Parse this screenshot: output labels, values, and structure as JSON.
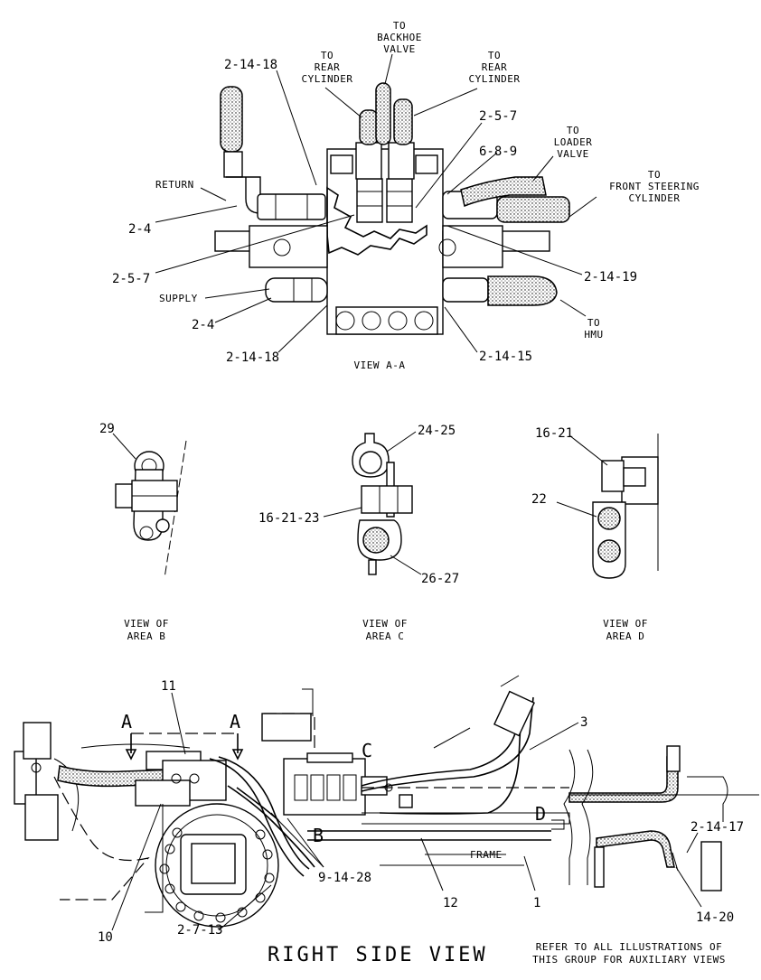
{
  "view_aa": {
    "to_backhoe_valve": [
      "TO",
      "BACKHOE",
      "VALVE"
    ],
    "to_rear_cylinder_left": [
      "TO",
      "REAR",
      "CYLINDER"
    ],
    "to_rear_cylinder_right": [
      "TO",
      "REAR",
      "CYLINDER"
    ],
    "to_loader_valve": [
      "TO",
      "LOADER",
      "VALVE"
    ],
    "to_front_steering_cylinder": [
      "TO",
      "FRONT STEERING",
      "CYLINDER"
    ],
    "to_hmu": [
      "TO",
      "HMU"
    ],
    "return_label": "RETURN",
    "supply_label": "SUPPLY",
    "callouts": {
      "top_2_14_18": "2-14-18",
      "left_2_4_upper": "2-4",
      "left_2_5_7": "2-5-7",
      "left_2_4_lower": "2-4",
      "bottom_2_14_18": "2-14-18",
      "right_2_5_7": "2-5-7",
      "right_6_8_9": "6-8-9",
      "right_2_14_19": "2-14-19",
      "bottom_2_14_15": "2-14-15"
    },
    "view_title": "VIEW A-A"
  },
  "area_b": {
    "callout": "29",
    "title": [
      "VIEW OF",
      "AREA B"
    ]
  },
  "area_c": {
    "callout_top": "24-25",
    "callout_mid": "16-21-23",
    "callout_bottom": "26-27",
    "title": [
      "VIEW OF",
      "AREA C"
    ]
  },
  "area_d": {
    "callout_top": "16-21",
    "callout_mid": "22",
    "title": [
      "VIEW OF",
      "AREA D"
    ]
  },
  "right_side": {
    "section_a_left": "A",
    "section_a_right": "A",
    "area_b_marker": "B",
    "area_c_marker": "C",
    "area_d_marker": "D",
    "frame_label": "FRAME",
    "callouts": {
      "c11": "11",
      "c3": "3",
      "c2_14_17": "2-14-17",
      "c14_20": "14-20",
      "c10": "10",
      "c2_7_13": "2-7-13",
      "c9_14_28": "9-14-28",
      "c12": "12",
      "c1": "1"
    },
    "view_title": "RIGHT SIDE VIEW",
    "note": [
      "REFER TO ALL ILLUSTRATIONS OF",
      "THIS GROUP FOR AUXILIARY VIEWS"
    ]
  }
}
